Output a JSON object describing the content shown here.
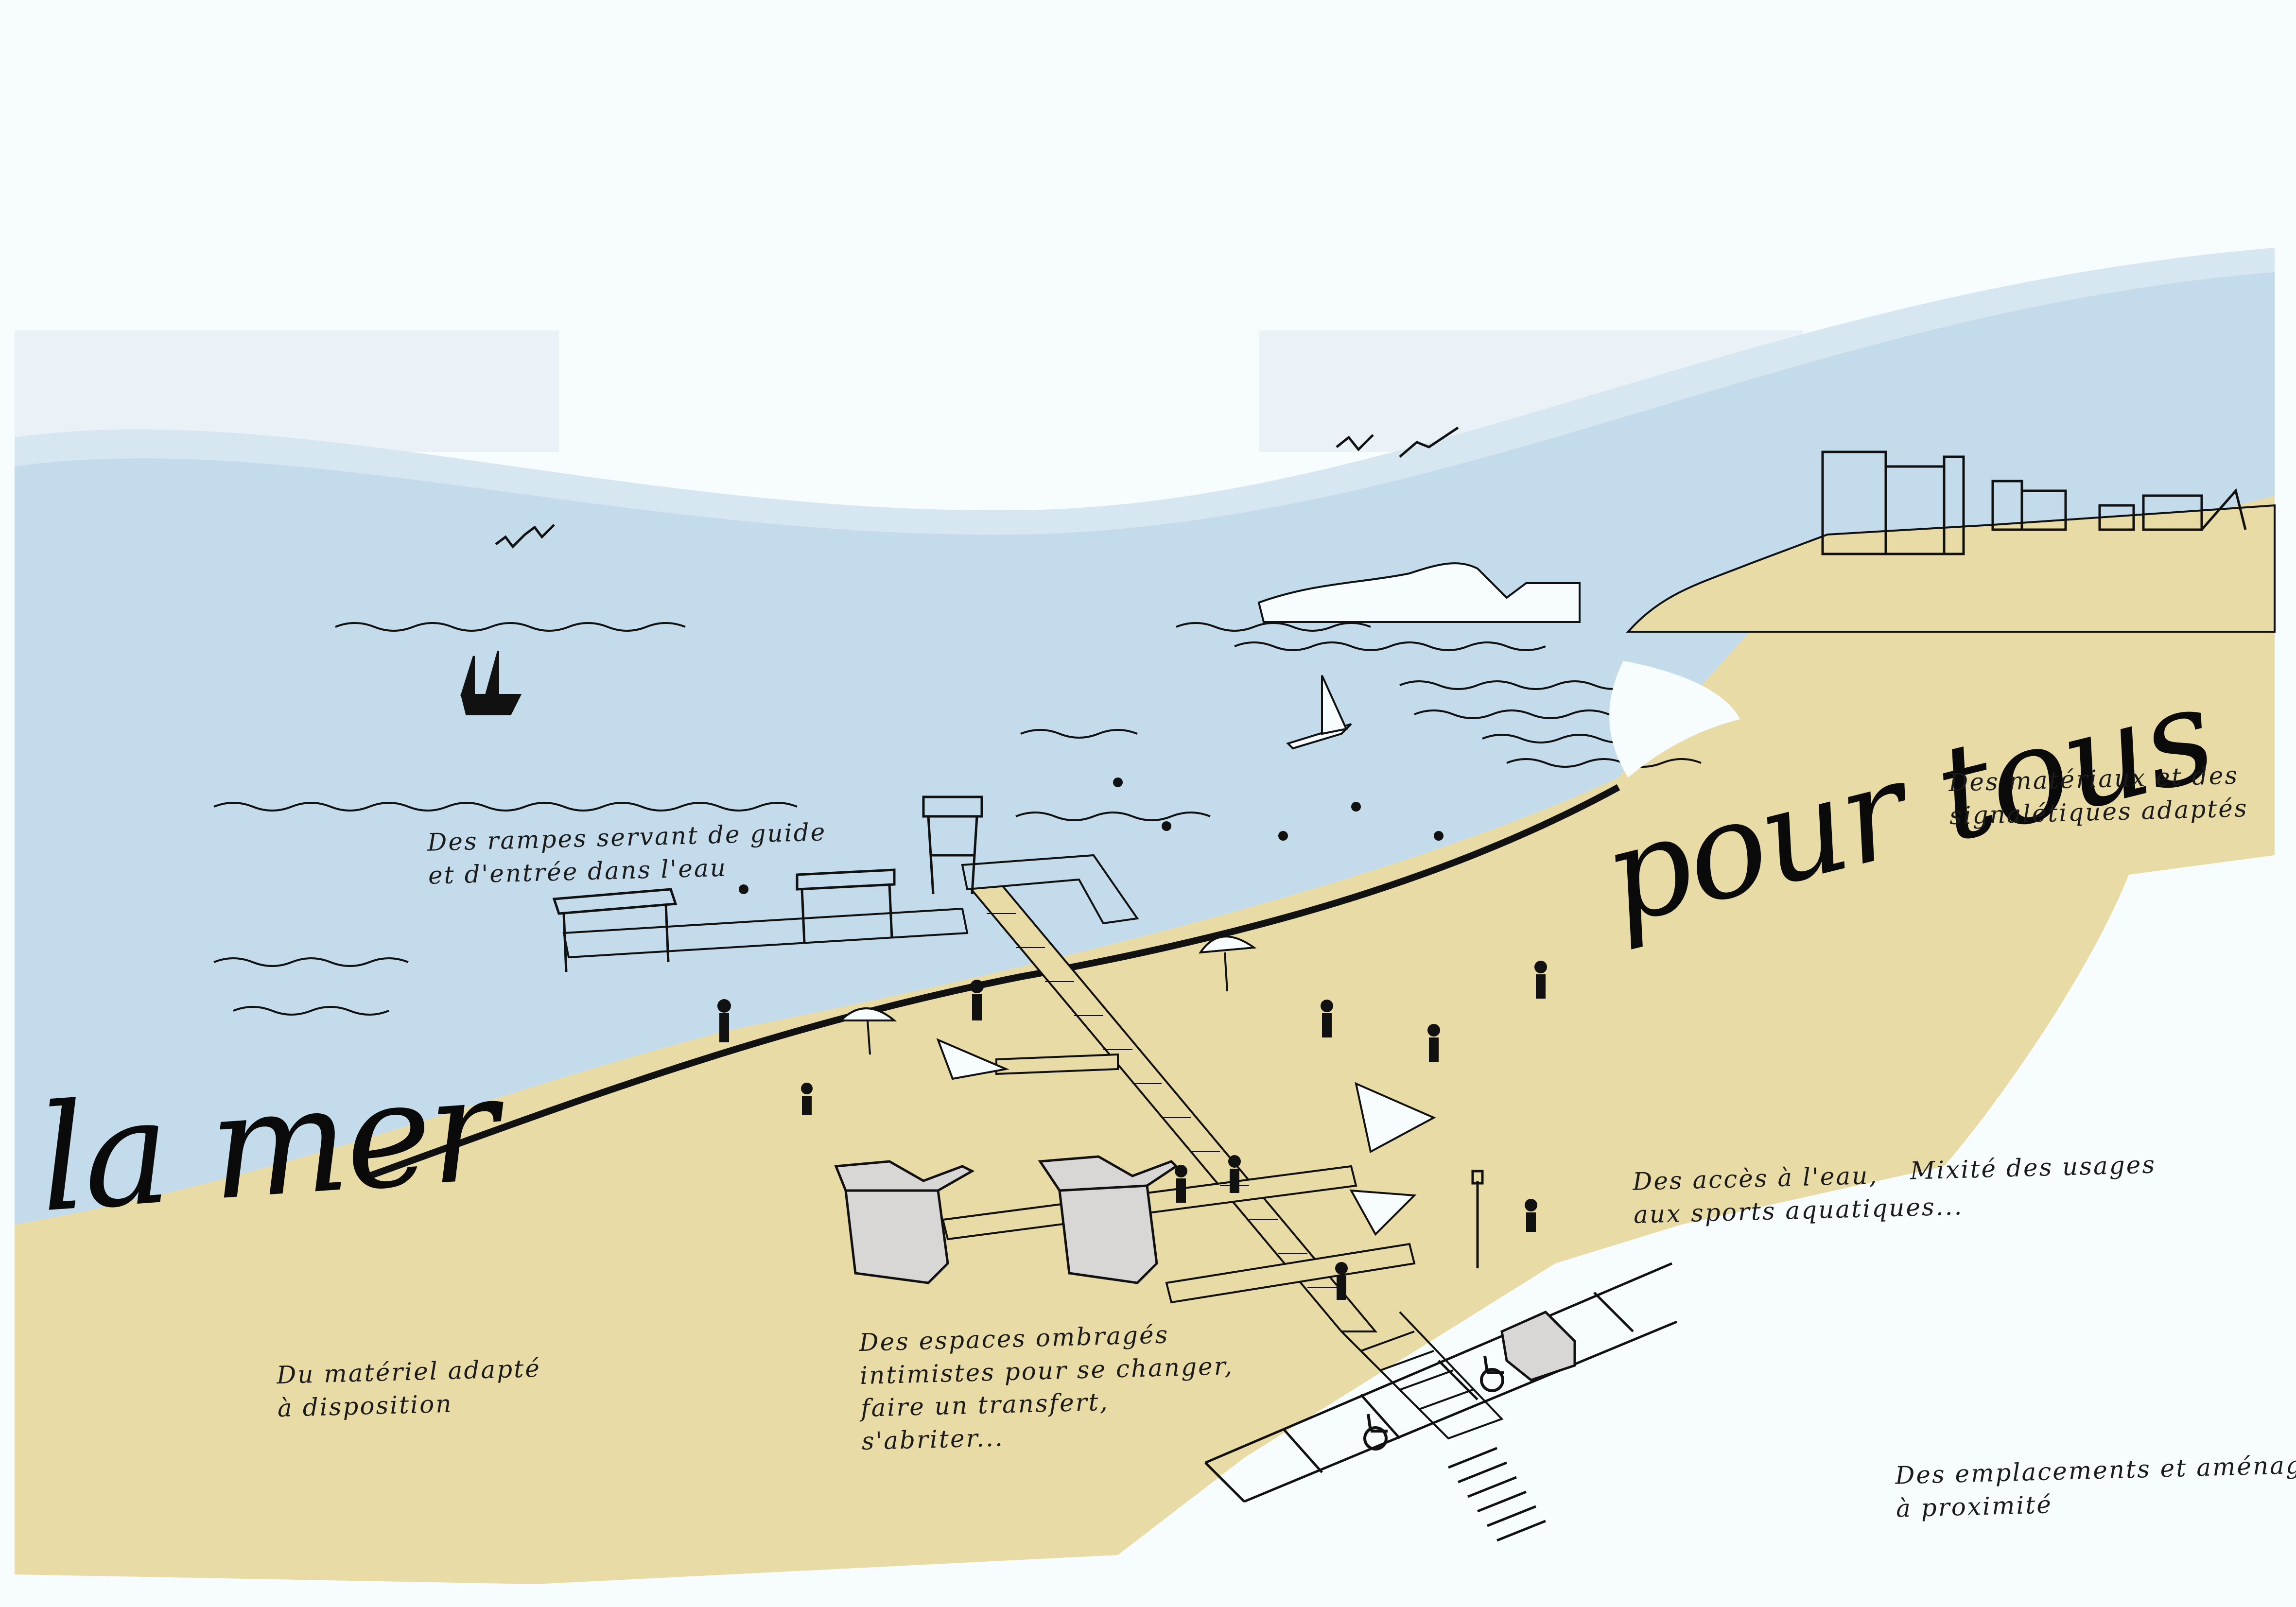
{
  "title": {
    "left": "la mer",
    "right": "pour tous"
  },
  "annotations": {
    "ramps": [
      "Des rampes servant de guide",
      "et d'entrée dans l'eau"
    ],
    "materials": [
      "Des matériaux et des",
      "signalétiques adaptés"
    ],
    "water_access": [
      "Des accès à l'eau,",
      "aux sports aquatiques..."
    ],
    "mixed_use": [
      "Mixité des usages"
    ],
    "equipment": [
      "Du matériel adapté",
      "à disposition"
    ],
    "shaded_spaces": [
      "Des espaces ombragés",
      "intimistes pour se changer,",
      "faire un transfert,",
      "s'abriter..."
    ],
    "parking": [
      "Des emplacements et aménagements",
      "à proximité"
    ]
  },
  "colors": {
    "sea": "#c3dbea",
    "sky": "#f7fcfe",
    "sand": "#e8dba6",
    "ink": "#111111",
    "foam": "#ffffff"
  },
  "icons": [
    "sailboat-icon",
    "seagull-icon",
    "parasol-icon",
    "wheelchair-icon",
    "cabin-icon"
  ]
}
